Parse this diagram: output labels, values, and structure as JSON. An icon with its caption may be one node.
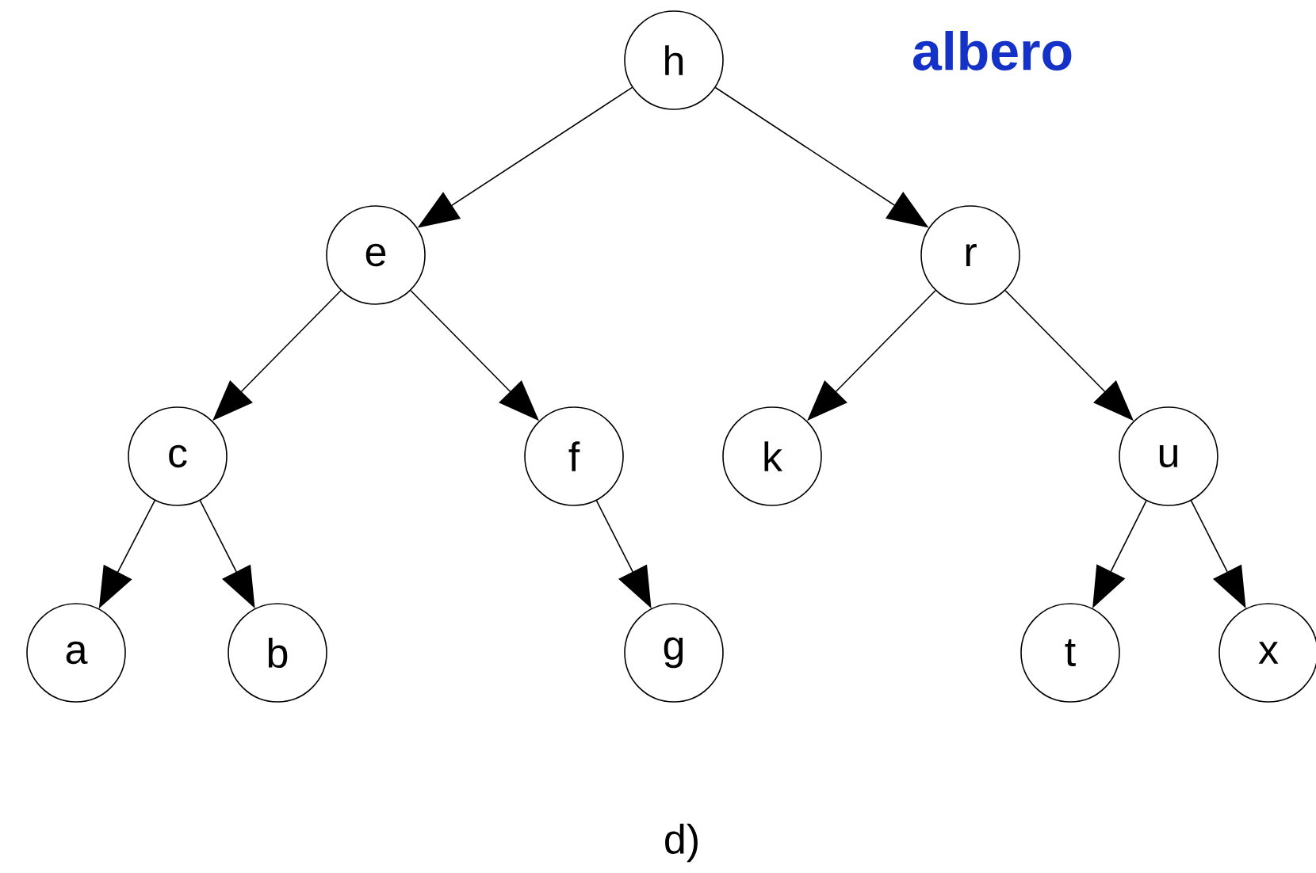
{
  "diagram": {
    "title": "albero",
    "caption": "d)",
    "nodes": [
      {
        "text": [
          "h"
        ]
      },
      {
        "text": [
          "e"
        ]
      },
      {
        "text": [
          "r"
        ]
      },
      {
        "text": [
          "c"
        ]
      },
      {
        "text": [
          "f"
        ]
      },
      {
        "text": [
          "k"
        ]
      },
      {
        "text": [
          "u"
        ]
      },
      {
        "text": [
          "a"
        ]
      },
      {
        "text": [
          "b"
        ]
      },
      {
        "text": [
          "g"
        ]
      },
      {
        "text": [
          "t"
        ]
      },
      {
        "text": [
          "x"
        ]
      }
    ],
    "edges": [
      {
        "from": 0,
        "to": 1,
        "arrow": "to"
      },
      {
        "from": 0,
        "to": 2,
        "arrow": "to"
      },
      {
        "from": 1,
        "to": 3,
        "arrow": "to"
      },
      {
        "from": 1,
        "to": 4,
        "arrow": "to"
      },
      {
        "from": 2,
        "to": 5,
        "arrow": "to"
      },
      {
        "from": 2,
        "to": 6,
        "arrow": "to"
      },
      {
        "from": 3,
        "to": 7,
        "arrow": "to"
      },
      {
        "from": 3,
        "to": 8,
        "arrow": "to"
      },
      {
        "from": 4,
        "to": 9,
        "arrow": "to"
      },
      {
        "from": 6,
        "to": 10,
        "arrow": "to"
      },
      {
        "from": 6,
        "to": 11,
        "arrow": "to"
      }
    ]
  }
}
